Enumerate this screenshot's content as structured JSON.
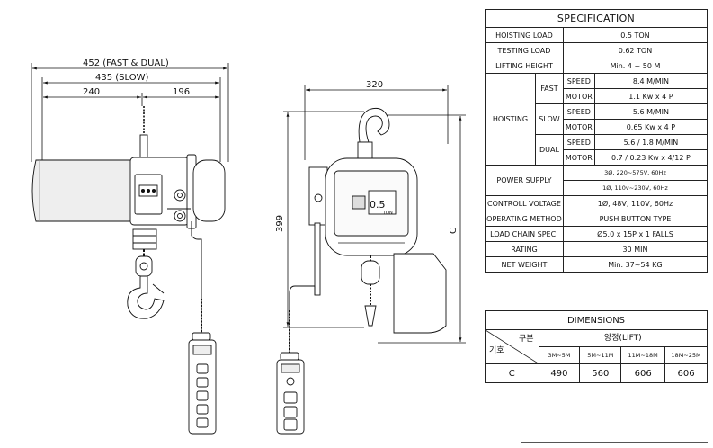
{
  "drawing": {
    "dim_total_width": "452 (FAST & DUAL)",
    "dim_slow_width": "435 (SLOW)",
    "dim_left": "240",
    "dim_right": "196",
    "dim_side_width": "320",
    "dim_side_height": "399",
    "dim_c": "C",
    "label_capacity": "0.5",
    "label_unit": "TON"
  },
  "specification": {
    "title": "SPECIFICATION",
    "hoisting_load": {
      "label": "HOISTING LOAD",
      "value": "0.5  TON"
    },
    "testing_load": {
      "label": "TESTING LOAD",
      "value": "0.62  TON"
    },
    "lifting_height": {
      "label": "LIFTING HEIGHT",
      "value": "Min.  4 ~ 50  M"
    },
    "hoisting": {
      "label": "HOISTING",
      "speed_label": "SPEED",
      "motor_label": "MOTOR",
      "fast": {
        "label": "FAST",
        "speed": "8.4  M/MIN",
        "motor": "1.1 Kw x 4 P"
      },
      "slow": {
        "label": "SLOW",
        "speed": "5.6  M/MIN",
        "motor": "0.65 Kw x 4 P"
      },
      "dual": {
        "label": "DUAL",
        "speed": "5.6 / 1.8  M/MIN",
        "motor": "0.7 / 0.23 Kw x 4/12 P"
      }
    },
    "power_supply": {
      "label": "POWER SUPPLY",
      "value_3ph": "3Ø, 220~575V, 60Hz",
      "value_1ph": "1Ø, 110v~230V, 60Hz"
    },
    "control_voltage": {
      "label": "CONTROLL VOLTAGE",
      "value": "1Ø, 48V, 110V, 60Hz"
    },
    "operating_method": {
      "label": "OPERATING METHOD",
      "value": "PUSH BUTTON TYPE"
    },
    "load_chain": {
      "label": "LOAD CHAIN SPEC.",
      "value": "Ø5.0 x 15P x 1 FALLS"
    },
    "rating": {
      "label": "RATING",
      "value": "30 MIN"
    },
    "net_weight": {
      "label": "NET WEIGHT",
      "value": "Min.  37~54 KG"
    }
  },
  "dimensions": {
    "title": "DIMENSIONS",
    "corner_top": "구분",
    "corner_bottom": "기호",
    "lift_header": "양정(LIFT)",
    "columns": [
      "3M~5M",
      "5M~11M",
      "11M~18M",
      "18M~25M"
    ],
    "row_label": "C",
    "values": [
      "490",
      "560",
      "606",
      "606"
    ]
  }
}
